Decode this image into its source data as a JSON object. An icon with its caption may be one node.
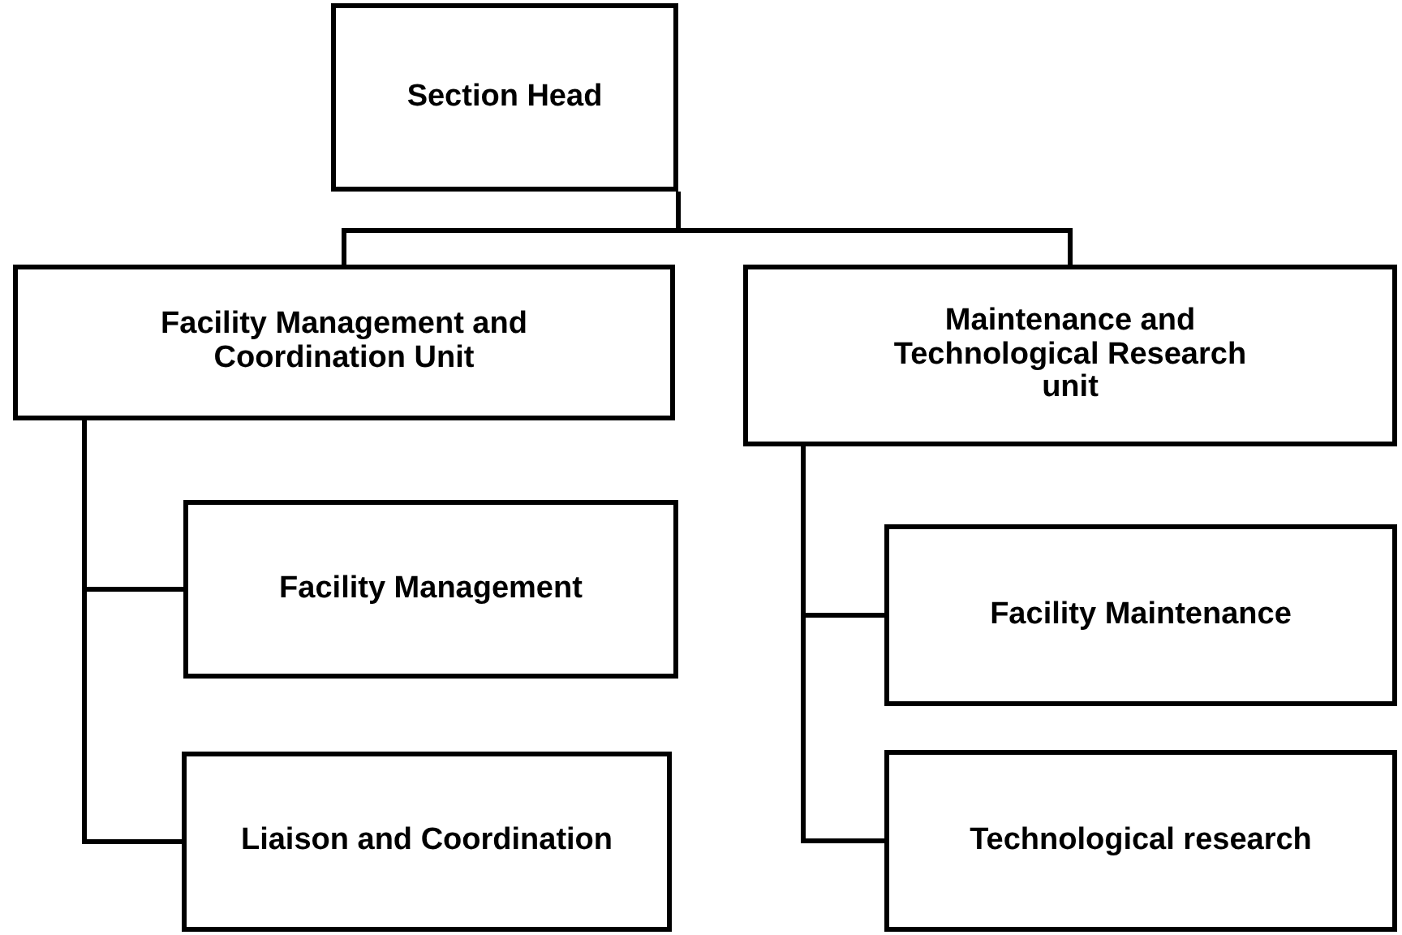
{
  "diagram": {
    "nodes": [
      {
        "text": [
          "Section Head"
        ]
      },
      {
        "text": [
          "Facility Management and Coordination Unit"
        ]
      },
      {
        "text": [
          "Maintenance and Technological Research unit"
        ]
      },
      {
        "text": [
          "Facility Management"
        ]
      },
      {
        "text": [
          "Liaison and Coordination"
        ]
      },
      {
        "text": [
          "Facility Maintenance"
        ]
      },
      {
        "text": [
          "Technological research"
        ]
      }
    ],
    "edges": [
      {
        "from": 0,
        "to": 1,
        "arrow": "none"
      },
      {
        "from": 0,
        "to": 2,
        "arrow": "none"
      },
      {
        "from": 1,
        "to": 3,
        "arrow": "none"
      },
      {
        "from": 1,
        "to": 4,
        "arrow": "none"
      },
      {
        "from": 2,
        "to": 5,
        "arrow": "none"
      },
      {
        "from": 2,
        "to": 6,
        "arrow": "none"
      }
    ]
  }
}
